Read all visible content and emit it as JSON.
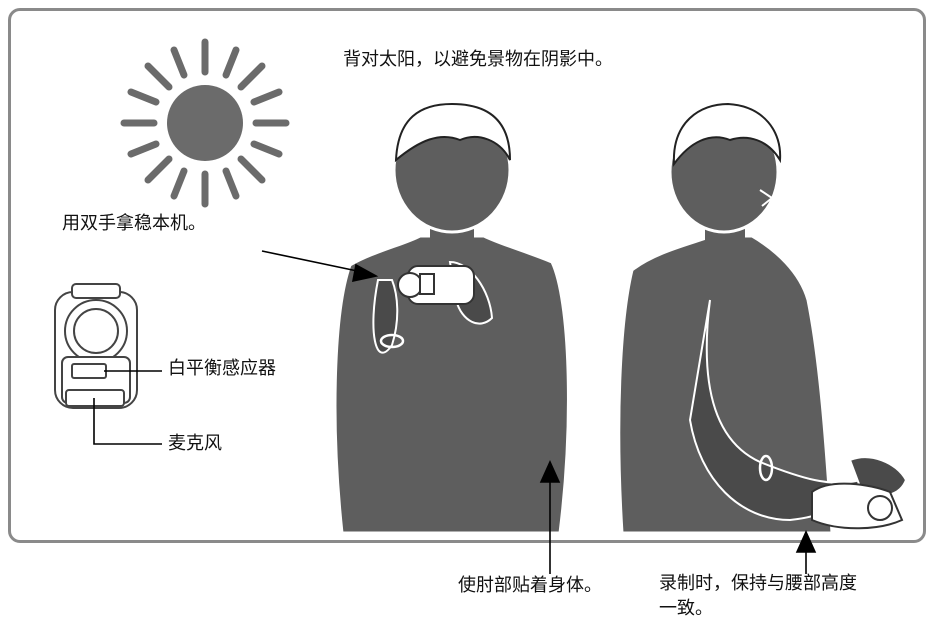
{
  "captions": {
    "sun_tip": "背对太阳，以避免景物在阴影中。",
    "hold_tip": "用双手拿稳本机。",
    "white_balance": "白平衡感应器",
    "microphone": "麦克风",
    "elbow_tip": "使肘部贴着身体。",
    "waist_tip_line1": "录制时，保持与腰部高度",
    "waist_tip_line2": "一致。"
  },
  "colors": {
    "silhouette": "#5e5e5e",
    "sun": "#6b6b6b",
    "frame": "#8a8a8a",
    "line": "#000000"
  },
  "icons": [
    "sun-icon",
    "camcorder-icon",
    "person-front-silhouette",
    "person-side-silhouette"
  ]
}
